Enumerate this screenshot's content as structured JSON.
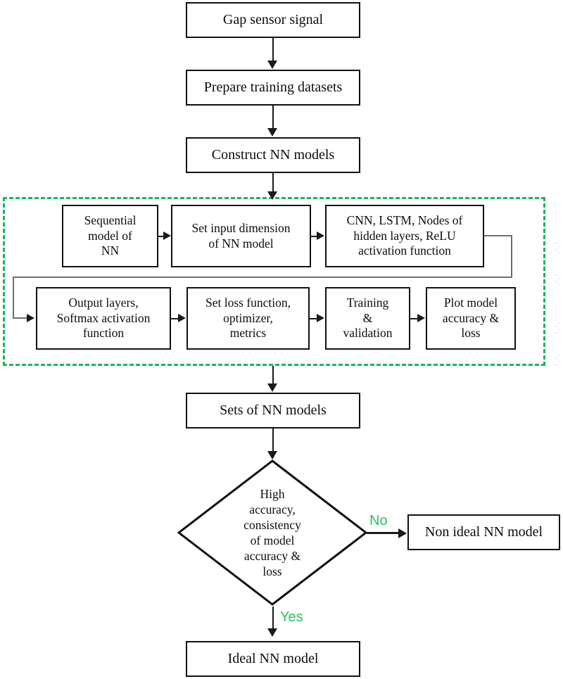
{
  "diagram": {
    "title": "Neural network model construction and evaluation flowchart",
    "colors": {
      "node_border": "#111111",
      "connector": "#1a1a1a",
      "group_border": "#18b858",
      "branch_label": "#22c55e",
      "loop_line": "#6e6e6e",
      "background": "#ffffff"
    },
    "nodes": {
      "gap_sensor_signal": "Gap sensor signal",
      "prepare_training_datasets": "Prepare training datasets",
      "construct_nn_models": "Construct NN models",
      "sequential_model": "Sequential\nmodel of\nNN",
      "set_input_dimension": "Set input dimension\nof NN model",
      "cnn_lstm_nodes": "CNN, LSTM, Nodes of\nhidden layers, ReLU\nactivation function",
      "output_layers_softmax": "Output layers,\nSoftmax activation\nfunction",
      "set_loss_function": "Set loss function,\noptimizer,\nmetrics",
      "training_validation": "Training\n&\nvalidation",
      "plot_model_accuracy": "Plot model\naccuracy &\nloss",
      "sets_of_nn_models": "Sets of NN models",
      "decision": "High\naccuracy,\nconsistency\nof model\naccuracy &\nloss",
      "non_ideal_nn_model": "Non ideal NN model",
      "ideal_nn_model": "Ideal NN model"
    },
    "branch_labels": {
      "no": "No",
      "yes": "Yes"
    }
  }
}
